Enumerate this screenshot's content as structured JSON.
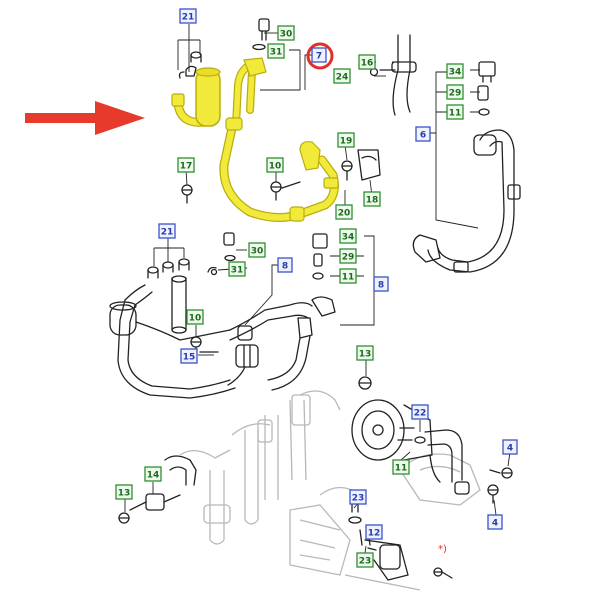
{
  "diagram": {
    "highlighted_part": "7",
    "asterisk_note": "*)",
    "callouts": [
      {
        "id": "c21a",
        "label": "21",
        "kind": "blue"
      },
      {
        "id": "c30a",
        "label": "30",
        "kind": "green"
      },
      {
        "id": "c31a",
        "label": "31",
        "kind": "green"
      },
      {
        "id": "c7",
        "label": "7",
        "kind": "blue"
      },
      {
        "id": "c16",
        "label": "16",
        "kind": "green"
      },
      {
        "id": "c24",
        "label": "24",
        "kind": "green"
      },
      {
        "id": "c34a",
        "label": "34",
        "kind": "green"
      },
      {
        "id": "c29a",
        "label": "29",
        "kind": "green"
      },
      {
        "id": "c11a",
        "label": "11",
        "kind": "green"
      },
      {
        "id": "c6",
        "label": "6",
        "kind": "blue"
      },
      {
        "id": "c19",
        "label": "19",
        "kind": "green"
      },
      {
        "id": "c17",
        "label": "17",
        "kind": "green"
      },
      {
        "id": "c10a",
        "label": "10",
        "kind": "green"
      },
      {
        "id": "c18",
        "label": "18",
        "kind": "green"
      },
      {
        "id": "c20",
        "label": "20",
        "kind": "green"
      },
      {
        "id": "c21b",
        "label": "21",
        "kind": "blue"
      },
      {
        "id": "c30b",
        "label": "30",
        "kind": "green"
      },
      {
        "id": "c31b",
        "label": "31",
        "kind": "green"
      },
      {
        "id": "c8a",
        "label": "8",
        "kind": "blue"
      },
      {
        "id": "c34b",
        "label": "34",
        "kind": "green"
      },
      {
        "id": "c29b",
        "label": "29",
        "kind": "green"
      },
      {
        "id": "c11b",
        "label": "11",
        "kind": "green"
      },
      {
        "id": "c8b",
        "label": "8",
        "kind": "blue"
      },
      {
        "id": "c10b",
        "label": "10",
        "kind": "green"
      },
      {
        "id": "c15",
        "label": "15",
        "kind": "blue"
      },
      {
        "id": "c13a",
        "label": "13",
        "kind": "green"
      },
      {
        "id": "c22",
        "label": "22",
        "kind": "blue"
      },
      {
        "id": "c11c",
        "label": "11",
        "kind": "green"
      },
      {
        "id": "c4a",
        "label": "4",
        "kind": "blue"
      },
      {
        "id": "c14",
        "label": "14",
        "kind": "green"
      },
      {
        "id": "c13b",
        "label": "13",
        "kind": "green"
      },
      {
        "id": "c4b",
        "label": "4",
        "kind": "blue"
      },
      {
        "id": "c23a",
        "label": "23",
        "kind": "blue"
      },
      {
        "id": "c12",
        "label": "12",
        "kind": "blue"
      },
      {
        "id": "c23b",
        "label": "23",
        "kind": "green"
      }
    ],
    "colors": {
      "blue_border": "#3a53c9",
      "blue_fill": "#eef1ff",
      "blue_text": "#2a3aa8",
      "green_border": "#2f8f2f",
      "green_fill": "#eef9ee",
      "green_text": "#1d6a1d",
      "highlight_pipe": "#f2ea3a",
      "highlight_outline": "#b9ad10",
      "red_circle": "#e0302a",
      "arrow": "#e53a2c",
      "line": "#222222",
      "ghost": "#b8b8b8"
    }
  }
}
